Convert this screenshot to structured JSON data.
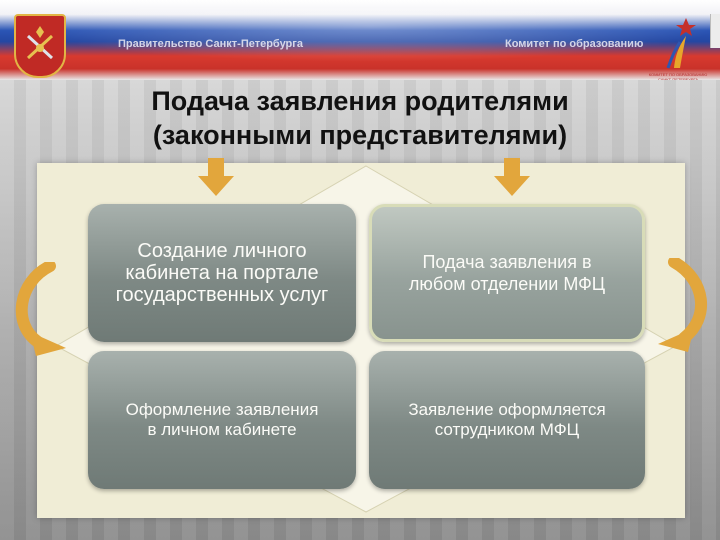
{
  "header": {
    "government": "Правительство Санкт-Петербурга",
    "committee": "Комитет по образованию",
    "logo_caption": "КОМИТЕТ ПО ОБРАЗОВАНИЮ САНКТ-ПЕТЕРБУРГА"
  },
  "title": {
    "line1": "Подача заявления родителями",
    "line2": "(законными представителями)"
  },
  "boxes": {
    "top_left": "Создание личного\nкабинета на портале\nгосударственных услуг",
    "top_right": "Подача заявления в\nлюбом отделении МФЦ",
    "bottom_left": "Оформление заявления\nв личном кабинете",
    "bottom_right": "Заявление оформляется\nсотрудником МФЦ"
  },
  "colors": {
    "arrow": "#e2a63c",
    "box": "#7e8985",
    "panel": "#f0edd6"
  },
  "icons": [
    "coat-of-arms-icon",
    "committee-logo-icon",
    "arrow-down-icon",
    "curved-arrow-icon"
  ]
}
